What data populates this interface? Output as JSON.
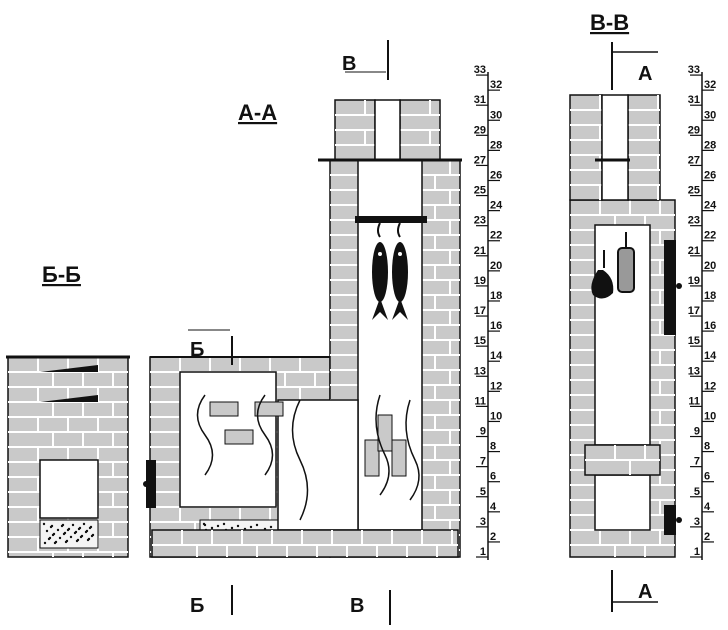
{
  "title": "Smokehouse brick sections",
  "sections": {
    "bb": "Б-Б",
    "aa": "А-А",
    "vv": "В-В"
  },
  "markers": {
    "b_top": "Б",
    "b_bottom": "Б",
    "v_top": "В",
    "v_bottom": "В",
    "a_top": "А",
    "a_bottom": "А"
  },
  "scale": {
    "min": 1,
    "max": 33,
    "labels": [
      "1",
      "2",
      "3",
      "4",
      "5",
      "6",
      "7",
      "8",
      "9",
      "10",
      "11",
      "12",
      "13",
      "14",
      "15",
      "16",
      "17",
      "18",
      "19",
      "20",
      "21",
      "22",
      "23",
      "24",
      "25",
      "26",
      "27",
      "28",
      "29",
      "30",
      "31",
      "32",
      "33"
    ]
  },
  "colors": {
    "brick": "#c9c9c9",
    "mortar": "#ffffff",
    "ink": "#111111"
  }
}
